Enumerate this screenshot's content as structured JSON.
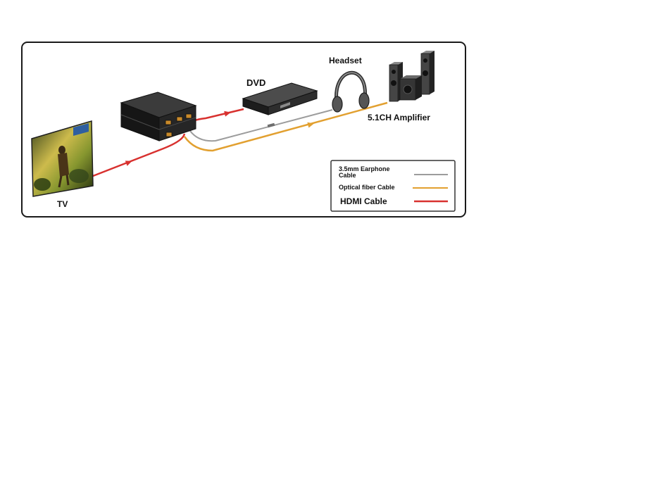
{
  "labels": {
    "headset": "Headset",
    "dvd": "DVD",
    "amplifier": "5.1CH Amplifier",
    "tv": "TV"
  },
  "legend": {
    "items": [
      {
        "label": "3.5mm Earphone Cable",
        "color": "#9c9c9c"
      },
      {
        "label": "Optical fiber Cable",
        "color": "#e2a030"
      },
      {
        "label": "HDMI Cable",
        "color": "#d8312f"
      }
    ]
  },
  "icons": [
    "tv-icon",
    "converter-box-icon",
    "dvd-player-icon",
    "headset-icon",
    "amplifier-icon"
  ]
}
